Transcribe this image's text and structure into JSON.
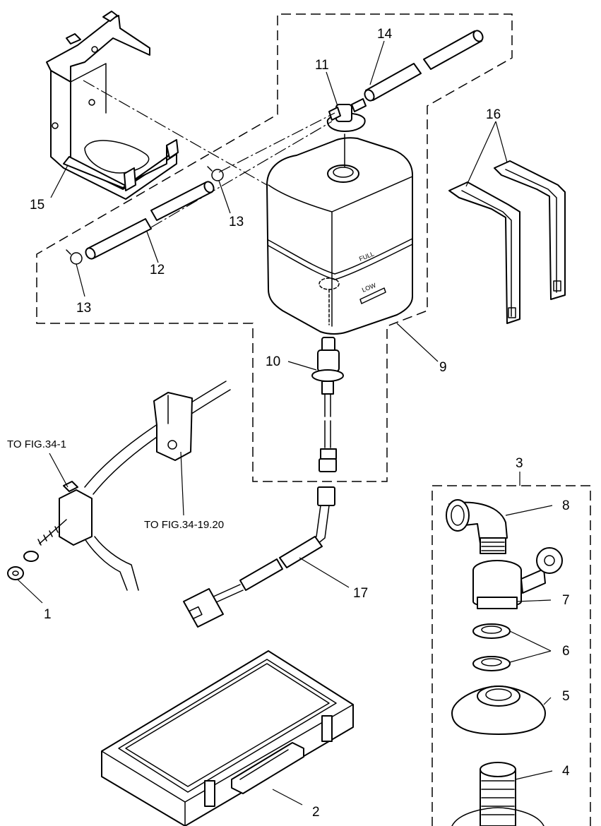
{
  "diagram": {
    "callouts": {
      "p1": "1",
      "p2": "2",
      "p3": "3",
      "p4": "4",
      "p5": "5",
      "p6": "6",
      "p7": "7",
      "p8": "8",
      "p9": "9",
      "p10": "10",
      "p11": "11",
      "p12": "12",
      "p13a": "13",
      "p13b": "13",
      "p14": "14",
      "p15": "15",
      "p16": "16",
      "p17": "17"
    },
    "references": {
      "fig_34_1": "TO FIG.34-1",
      "fig_34_19_20": "TO FIG.34-19.20"
    },
    "tank_marks": {
      "full": "FULL",
      "low": "LOW"
    }
  }
}
